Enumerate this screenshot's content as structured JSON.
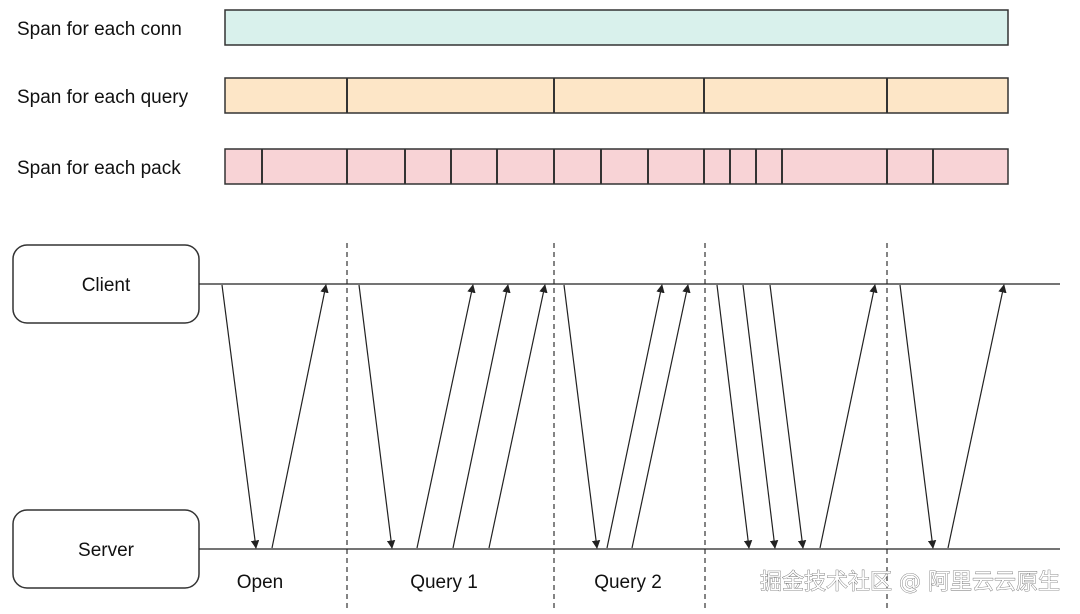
{
  "rows": [
    {
      "label": "Span for each conn",
      "fill": "#d9f1ec",
      "boundaries": []
    },
    {
      "label": "Span for each query",
      "fill": "#fde6c7",
      "boundaries": [
        347,
        554,
        704,
        887
      ]
    },
    {
      "label": "Span for each pack",
      "fill": "#f8d3d6",
      "boundaries": [
        262,
        347,
        405,
        451,
        497,
        554,
        601,
        648,
        704,
        730,
        756,
        782,
        887,
        933
      ]
    }
  ],
  "client": {
    "label": "Client"
  },
  "server": {
    "label": "Server"
  },
  "phases": [
    "Open",
    "Query 1",
    "Query 2",
    "",
    ""
  ],
  "watermark": "掘金技术社区 @ 阿里云云原生",
  "colors": {
    "stroke": "#333333",
    "line": "#222222"
  }
}
